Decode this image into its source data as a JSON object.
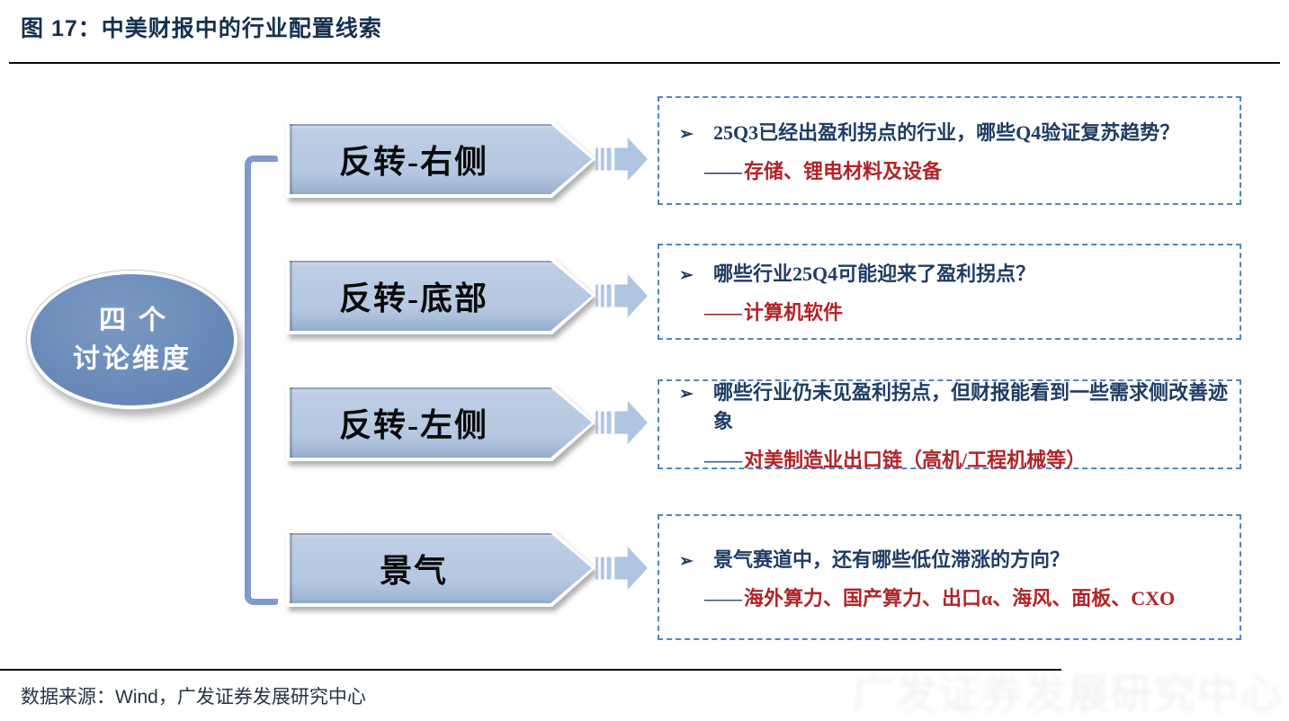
{
  "title": "图 17：中美财报中的行业配置线索",
  "ellipse": {
    "line1": "四个",
    "line2": "讨论维度"
  },
  "bullet_glyph": "➢",
  "rows": [
    {
      "box_label": "反转-右侧",
      "question": "25Q3已经出盈利拐点的行业，哪些Q4验证复苏趋势？",
      "dash": "——",
      "dash_color": "#2c3e54",
      "answer": "存储、锂电材料及设备"
    },
    {
      "box_label": "反转-底部",
      "question": "哪些行业25Q4可能迎来了盈利拐点？",
      "dash": "——",
      "dash_color": "#8a2424",
      "answer": "计算机软件"
    },
    {
      "box_label": "反转-左侧",
      "question": "哪些行业仍未见盈利拐点，但财报能看到一些需求侧改善迹象",
      "dash": "——",
      "dash_color": "#2e6090",
      "answer": "对美制造业出口链（高机/工程机械等）"
    },
    {
      "box_label": "景气",
      "question": "景气赛道中，还有哪些低位滞涨的方向？",
      "dash": "——",
      "dash_color": "#2e5c8a",
      "answer": "海外算力、国产算力、出口α、海风、面板、CXO"
    }
  ],
  "source": "数据来源：Wind，广发证券发展研究中心",
  "watermark_text": "广发证券发展研究中心",
  "colors": {
    "title_navy": "#16304f",
    "question_navy": "#1e3c64",
    "answer_red": "#b02428",
    "pentagon_fill": "#b5c8e1",
    "pentagon_text": "#0a0a0a",
    "ellipse_fill": "#6a8bb9",
    "connector_blue": "#7e9ace",
    "arrow_icon_blue": "#aec6e2",
    "dashed_border_blue": "#4e86c6",
    "source_text": "#243447"
  }
}
